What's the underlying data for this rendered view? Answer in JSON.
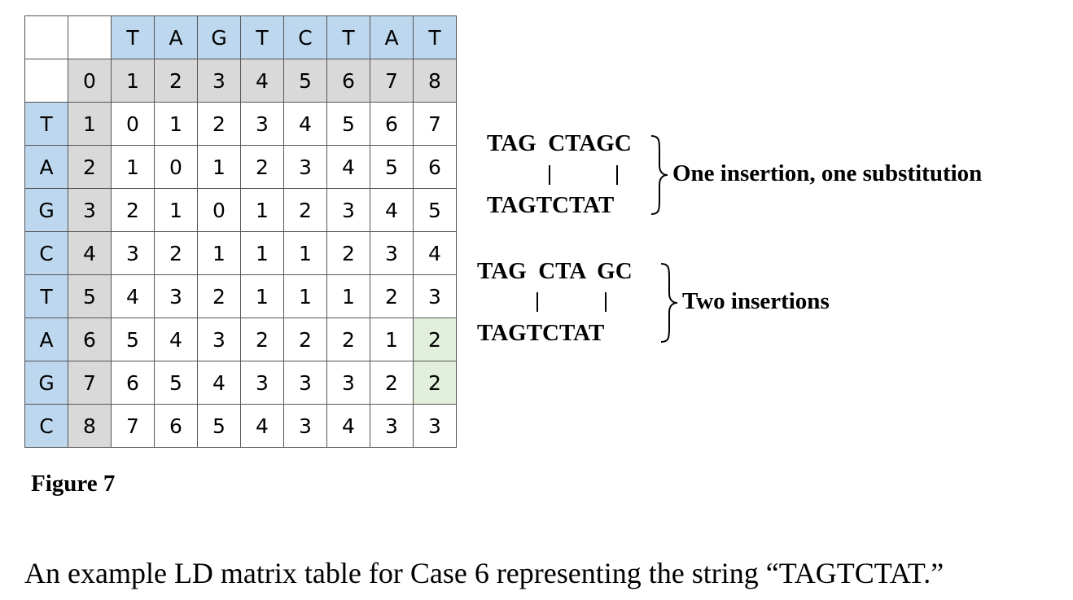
{
  "matrix": {
    "header_letters": [
      "T",
      "A",
      "G",
      "T",
      "C",
      "T",
      "A",
      "T"
    ],
    "column_indices": [
      "0",
      "1",
      "2",
      "3",
      "4",
      "5",
      "6",
      "7",
      "8"
    ],
    "rows": [
      {
        "letter": "T",
        "index": "1",
        "cells": [
          "0",
          "1",
          "2",
          "3",
          "4",
          "5",
          "6",
          "7"
        ]
      },
      {
        "letter": "A",
        "index": "2",
        "cells": [
          "1",
          "0",
          "1",
          "2",
          "3",
          "4",
          "5",
          "6"
        ]
      },
      {
        "letter": "G",
        "index": "3",
        "cells": [
          "2",
          "1",
          "0",
          "1",
          "2",
          "3",
          "4",
          "5"
        ]
      },
      {
        "letter": "C",
        "index": "4",
        "cells": [
          "3",
          "2",
          "1",
          "1",
          "1",
          "2",
          "3",
          "4"
        ]
      },
      {
        "letter": "T",
        "index": "5",
        "cells": [
          "4",
          "3",
          "2",
          "1",
          "1",
          "1",
          "2",
          "3"
        ]
      },
      {
        "letter": "A",
        "index": "6",
        "cells": [
          "5",
          "4",
          "3",
          "2",
          "2",
          "2",
          "1",
          "2"
        ]
      },
      {
        "letter": "G",
        "index": "7",
        "cells": [
          "6",
          "5",
          "4",
          "3",
          "3",
          "3",
          "2",
          "2"
        ]
      },
      {
        "letter": "C",
        "index": "8",
        "cells": [
          "7",
          "6",
          "5",
          "4",
          "3",
          "4",
          "3",
          "3"
        ]
      }
    ],
    "highlighted_cells": [
      [
        5,
        7
      ],
      [
        6,
        7
      ]
    ],
    "colors": {
      "header_blue": "#bdd7ee",
      "index_gray": "#d9d9d9",
      "highlight_green": "#e2efda"
    }
  },
  "alignments": [
    {
      "top": "TAG  CTAGC",
      "bottom": "TAGTCTAT",
      "label": "One insertion, one substitution"
    },
    {
      "top": "TAG  CTA  GC",
      "bottom": "TAGTCTAT",
      "label": "Two insertions"
    }
  ],
  "figure_label": "Figure 7",
  "caption": "An example LD matrix table for Case 6 representing the string “TAGTCTAT.”"
}
